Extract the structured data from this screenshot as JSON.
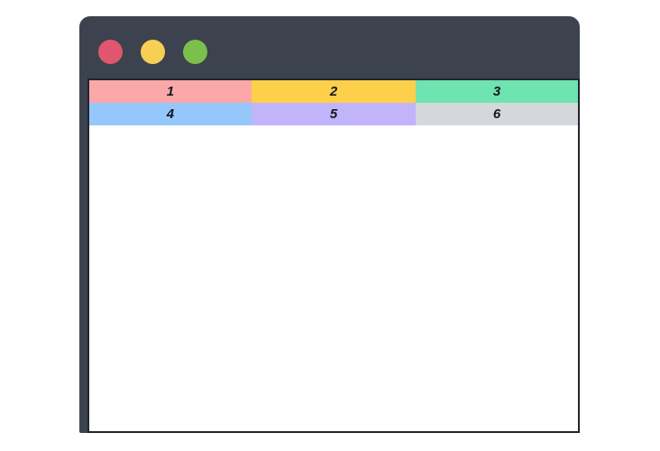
{
  "window": {
    "chrome_color": "#3c434e",
    "content_background": "#ffffff",
    "border_color": "#20262e",
    "traffic_lights": [
      {
        "name": "close",
        "label": "",
        "color": "#e0566e"
      },
      {
        "name": "minimize",
        "label": "",
        "color": "#f5d055"
      },
      {
        "name": "maximize",
        "label": "",
        "color": "#7bc04d"
      }
    ]
  },
  "grid": {
    "rows": [
      {
        "cells": [
          {
            "label": "1",
            "color": "#fca8a8"
          },
          {
            "label": "2",
            "color": "#fcd04a"
          },
          {
            "label": "3",
            "color": "#6fe3b0"
          }
        ]
      },
      {
        "cells": [
          {
            "label": "4",
            "color": "#95c7fa"
          },
          {
            "label": "5",
            "color": "#c2b4fa"
          },
          {
            "label": "6",
            "color": "#d4d8dd"
          }
        ]
      }
    ]
  }
}
